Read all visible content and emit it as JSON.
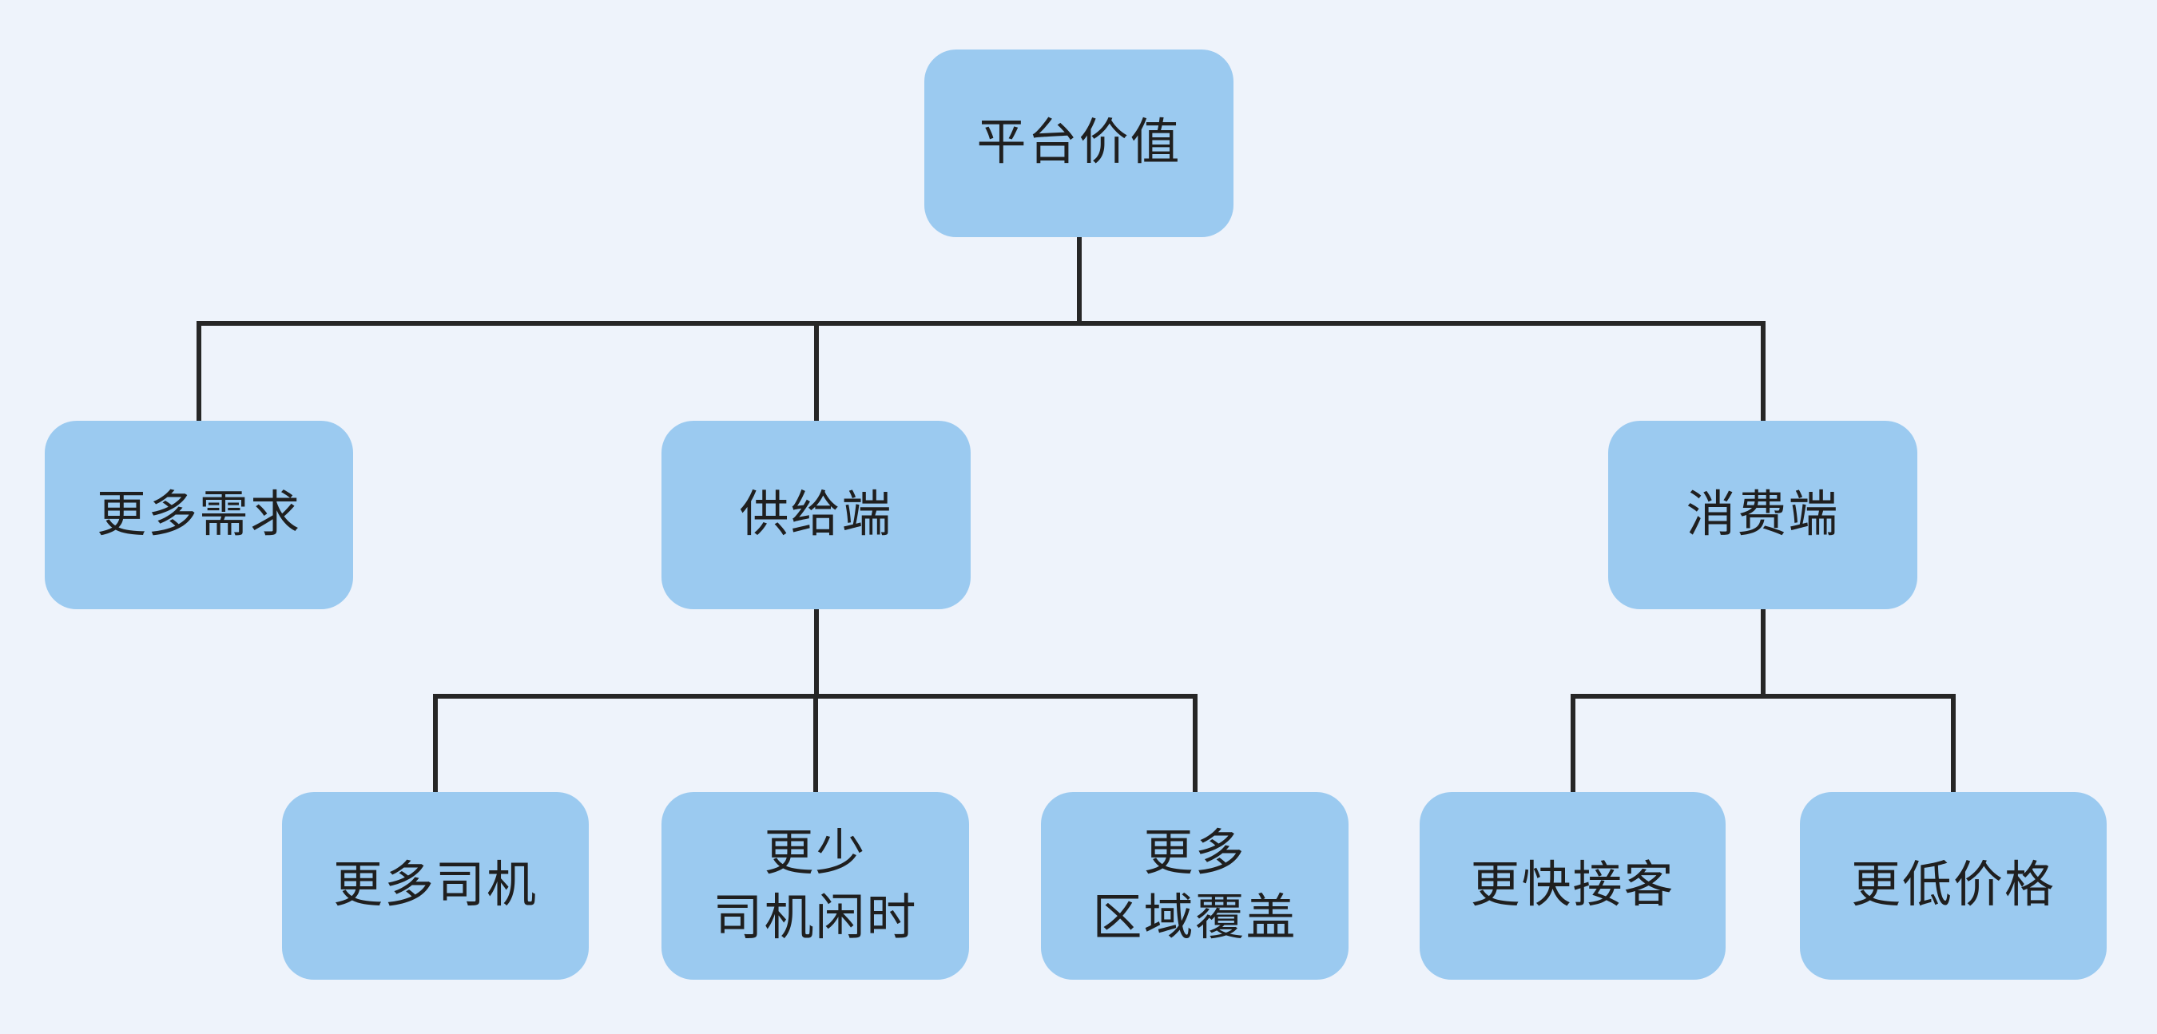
{
  "diagram": {
    "type": "tree",
    "nodes": [
      {
        "id": "platform-value",
        "lines": [
          "平台价值"
        ]
      },
      {
        "id": "more-demand",
        "lines": [
          "更多需求"
        ]
      },
      {
        "id": "supply-side",
        "lines": [
          "供给端"
        ]
      },
      {
        "id": "consumer-side",
        "lines": [
          "消费端"
        ]
      },
      {
        "id": "more-drivers",
        "lines": [
          "更多司机"
        ]
      },
      {
        "id": "less-driver-idle-time",
        "lines": [
          "更少",
          "司机闲时"
        ]
      },
      {
        "id": "more-area-coverage",
        "lines": [
          "更多",
          "区域覆盖"
        ]
      },
      {
        "id": "faster-pickup",
        "lines": [
          "更快接客"
        ]
      },
      {
        "id": "lower-price",
        "lines": [
          "更低价格"
        ]
      }
    ],
    "edges": [
      {
        "from": "platform-value",
        "to": "more-demand"
      },
      {
        "from": "platform-value",
        "to": "supply-side"
      },
      {
        "from": "platform-value",
        "to": "consumer-side"
      },
      {
        "from": "supply-side",
        "to": "more-drivers"
      },
      {
        "from": "supply-side",
        "to": "less-driver-idle-time"
      },
      {
        "from": "supply-side",
        "to": "more-area-coverage"
      },
      {
        "from": "consumer-side",
        "to": "faster-pickup"
      },
      {
        "from": "consumer-side",
        "to": "lower-price"
      }
    ]
  },
  "colors": {
    "canvas-bg": "#eef3fb",
    "node-fill": "#9bcaf0",
    "edge-color": "#262626",
    "text-color": "#1f1f1f"
  }
}
